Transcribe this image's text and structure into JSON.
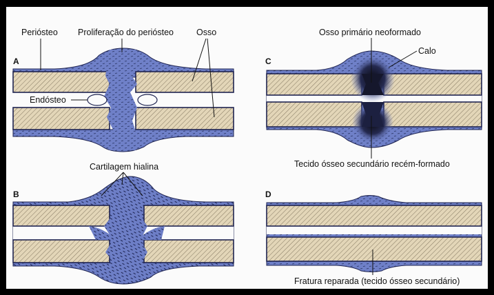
{
  "panels": {
    "a": {
      "letter": "A",
      "labels": {
        "periosteo": "Periósteo",
        "proliferacao": "Proliferação do periósteo",
        "osso": "Osso",
        "endosteo": "Endósteo"
      }
    },
    "b": {
      "letter": "B",
      "labels": {
        "cartilagem": "Cartilagem hialina"
      }
    },
    "c": {
      "letter": "C",
      "labels": {
        "osso_primario": "Osso primário neoformado",
        "calo": "Calo",
        "tecido_secundario": "Tecido ósseo secundário recém-formado"
      }
    },
    "d": {
      "letter": "D",
      "labels": {
        "fratura_reparada": "Fratura reparada (tecido ósseo secundário)"
      }
    }
  },
  "colors": {
    "frame": "#000000",
    "background": "#fbfbfb",
    "periosteum_blue": "#6f80c8",
    "periosteum_dark": "#1e2350",
    "bone_tan": "#e3d6b8",
    "hatch": "#8a7e66",
    "callus_dark": "#0c0c18"
  }
}
